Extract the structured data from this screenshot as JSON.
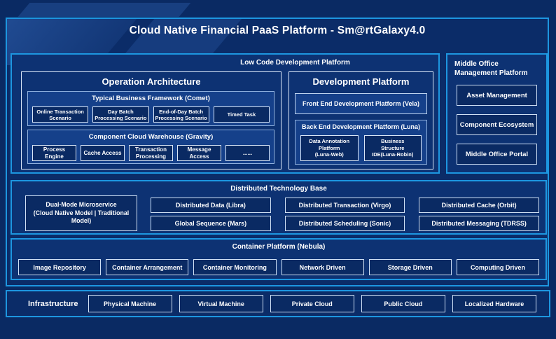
{
  "title": "Cloud Native Financial PaaS Platform - Sm@rtGalaxy4.0",
  "colors": {
    "background": "#0a2a63",
    "frame_border": "#1d96e0",
    "section_fill": "#0d3273",
    "subpanel_fill": "#15408a",
    "box_fill": "#0a2a63"
  },
  "low_code": {
    "label": "Low Code Development Platform",
    "operation_architecture": {
      "title": "Operation Architecture",
      "typical_business": {
        "title": "Typical Business Framework (Comet)",
        "items": [
          "Online Transaction Scenario",
          "Day Batch Processing Scenario",
          "End-of-Day Batch Processing Scenario",
          "Timed Task"
        ]
      },
      "component_cloud": {
        "title": "Component Cloud Warehouse (Gravity)",
        "items": [
          "Process Engine",
          "Cache Access",
          "Transaction Processing",
          "Message Access",
          "......"
        ]
      }
    },
    "development_platform": {
      "title": "Development Platform",
      "front_end_label": "Front End Development Platform (Vela)",
      "back_end": {
        "title": "Back End Development Platform (Luna)",
        "items": [
          "Data Annotation\nPlatform\n(Luna-Web)",
          "Business\nStructure\nIDE(Luna-Robin)"
        ]
      }
    }
  },
  "middle_office": {
    "label": "Middle Office Management Platform",
    "items": [
      "Asset Management",
      "Component Ecosystem",
      "Middle Office Portal"
    ]
  },
  "distributed": {
    "label": "Distributed Technology Base",
    "dual_mode": "Dual-Mode Microservice\n(Cloud Native Model | Traditional\nModel)",
    "rows": [
      [
        "Distributed Data (Libra)",
        "Distributed Transaction (Virgo)",
        "Distributed Cache (Orbit)"
      ],
      [
        "Global Sequence (Mars)",
        "Distributed Scheduling (Sonic)",
        "Distributed Messaging (TDRSS)"
      ]
    ]
  },
  "container_platform": {
    "label": "Container Platform (Nebula)",
    "items": [
      "Image Repository",
      "Container Arrangement",
      "Container Monitoring",
      "Network Driven",
      "Storage Driven",
      "Computing Driven"
    ]
  },
  "infrastructure": {
    "label": "Infrastructure",
    "items": [
      "Physical Machine",
      "Virtual Machine",
      "Private Cloud",
      "Public Cloud",
      "Localized Hardware"
    ]
  }
}
